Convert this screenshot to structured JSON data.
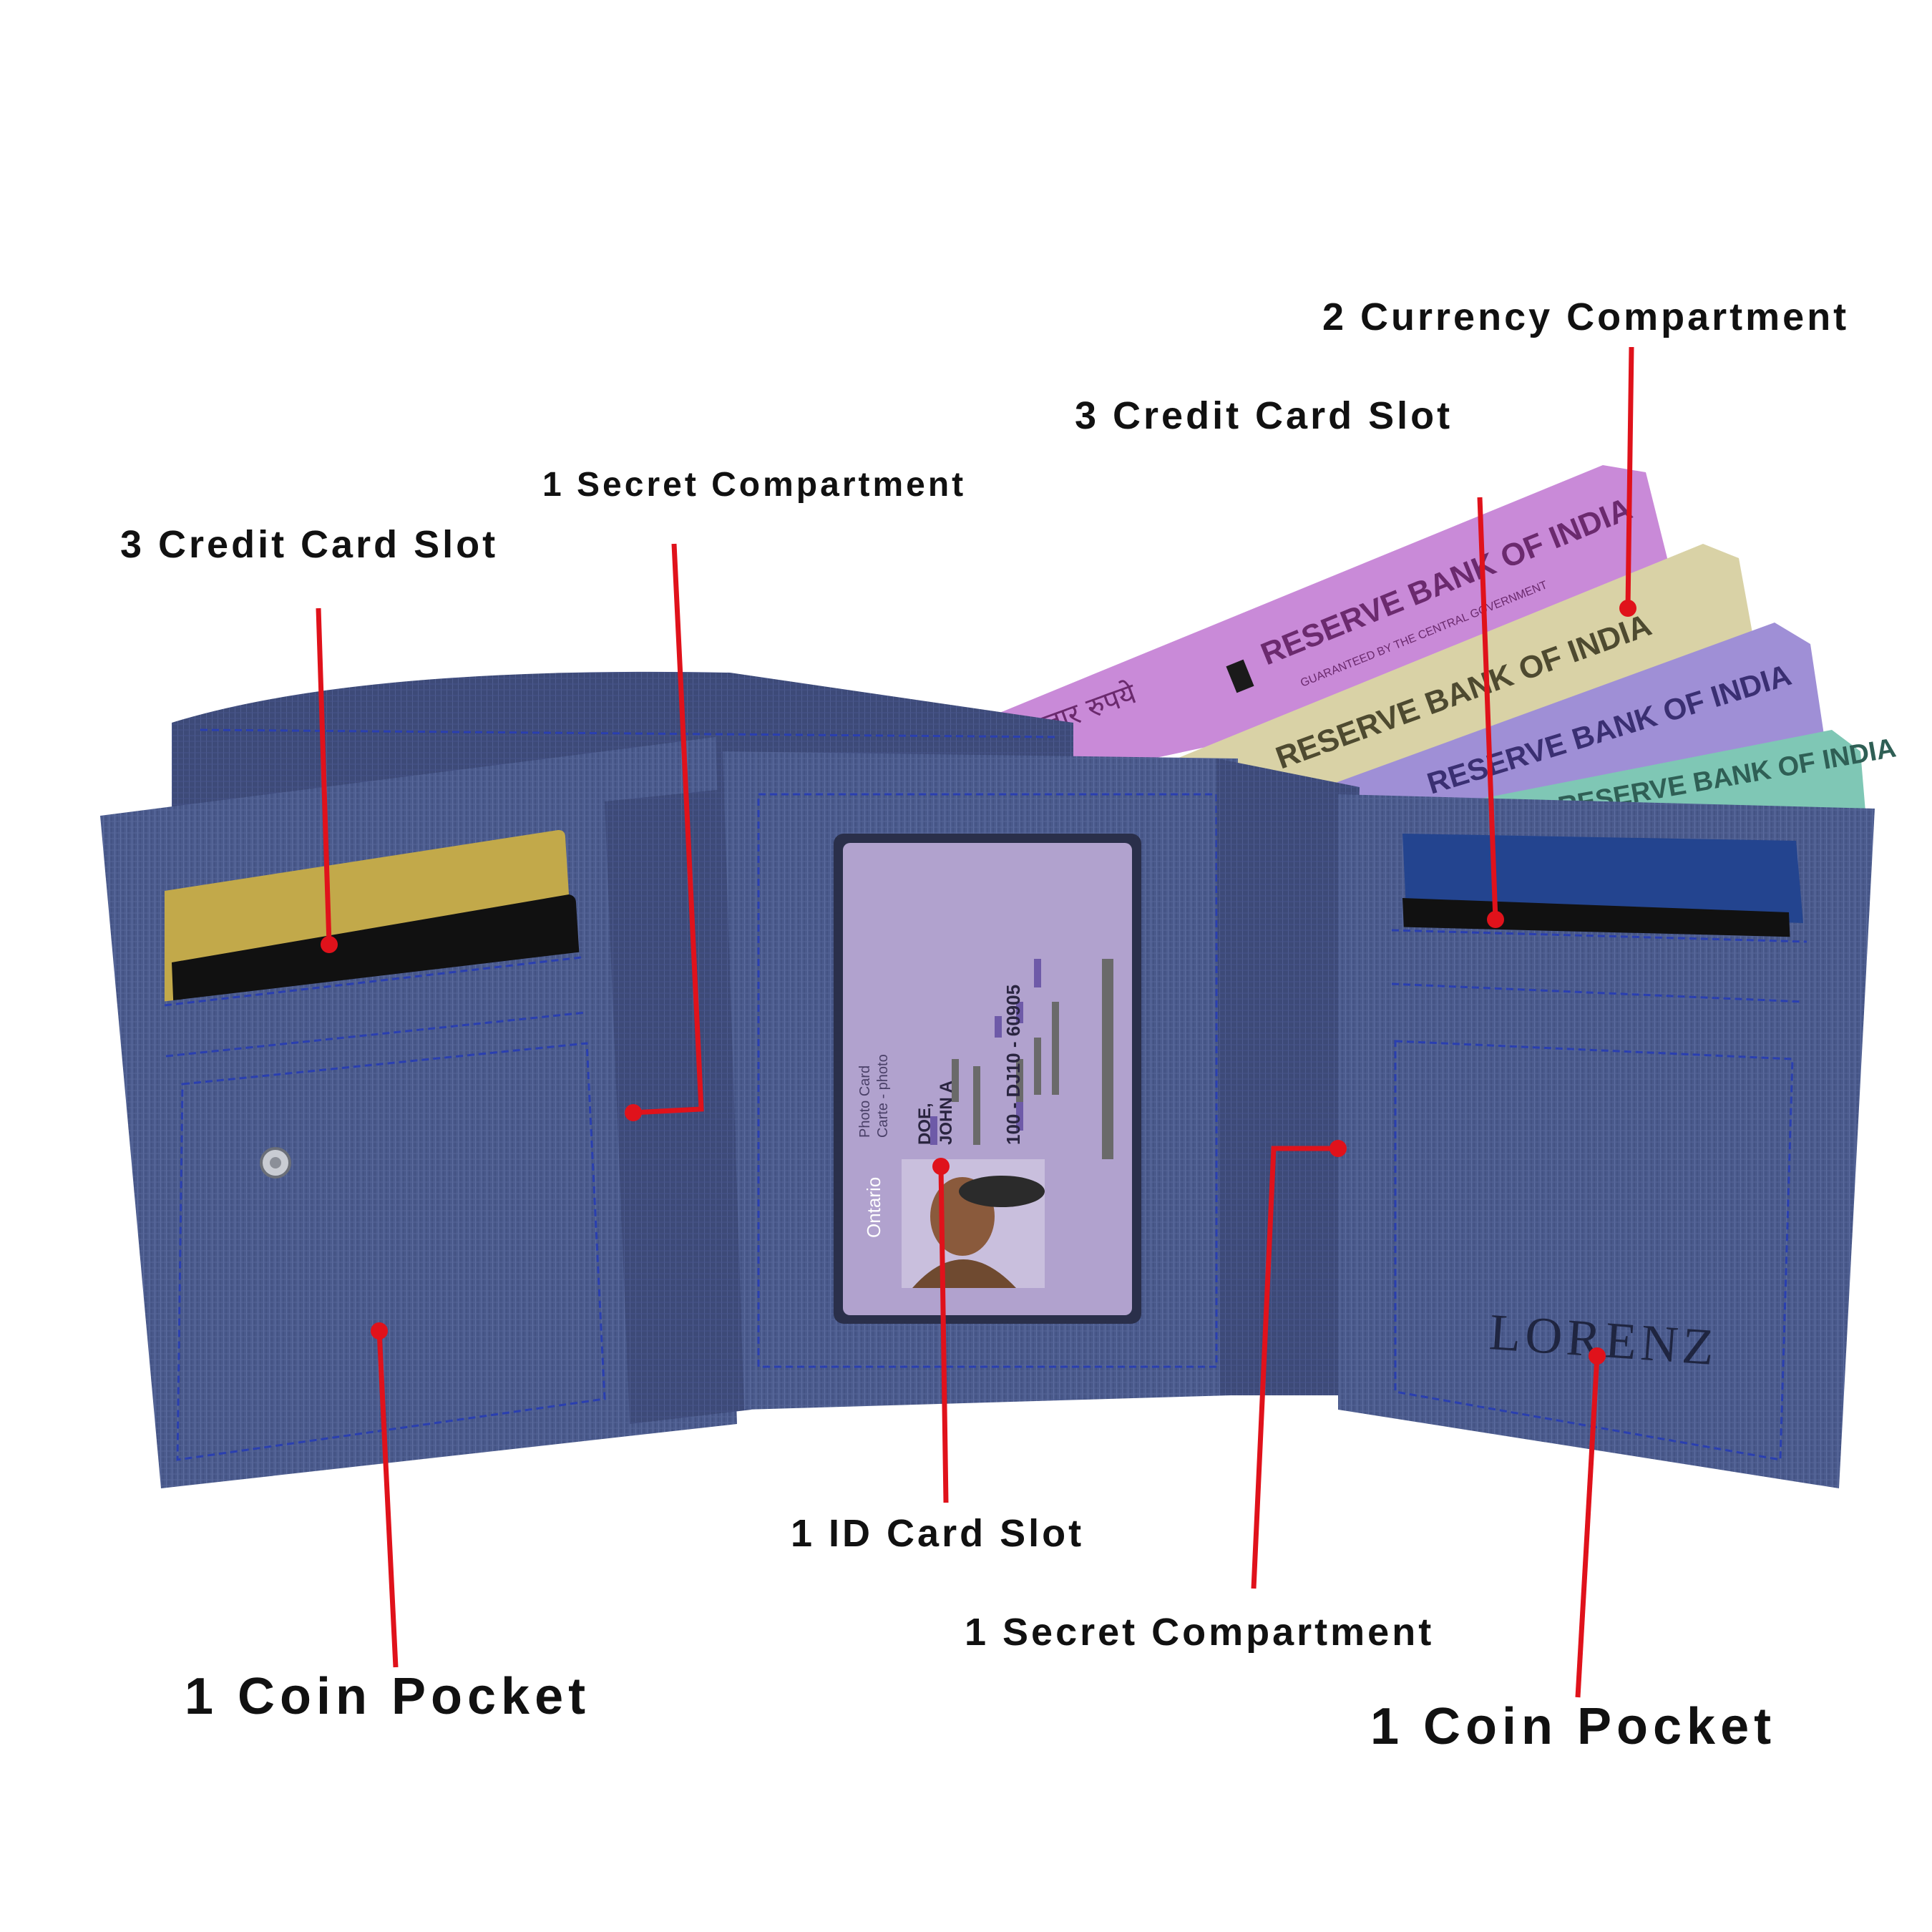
{
  "callouts": {
    "left_credit_slot": "3 Credit Card Slot",
    "left_secret": "1 Secret Compartment",
    "right_credit_slot": "3 Credit Card Slot",
    "currency": "2 Currency Compartment",
    "id_slot": "1 ID Card Slot",
    "right_secret": "1 Secret Compartment",
    "left_coin": "1 Coin Pocket",
    "right_coin": "1 Coin Pocket"
  },
  "brand": "LORENZ",
  "banknotes": {
    "bank_name": "RESERVE BANK OF INDIA",
    "guarantee": "GUARANTEED BY THE CENTRAL GOVERNMENT",
    "hindi_text": "हज़ार रुपये"
  },
  "id_card": {
    "province": "Ontario",
    "card_type": "Photo Card",
    "card_type_fr": "Carte - photo",
    "name_line1": "DOE,",
    "name_line2": "JOHN A",
    "number": "100 - DJ10 - 60905"
  },
  "colors": {
    "wallet": "#4a5a8c",
    "wallet_dark": "#384570",
    "stitch": "#2a3fb0",
    "callout_line": "#e0121b",
    "label_text": "#111111",
    "note_pink": "#c98ad8",
    "note_cream": "#d9d2a6",
    "note_lavender": "#9f8fd6",
    "note_teal": "#7fc7b5",
    "id_card": "#a796c8"
  }
}
